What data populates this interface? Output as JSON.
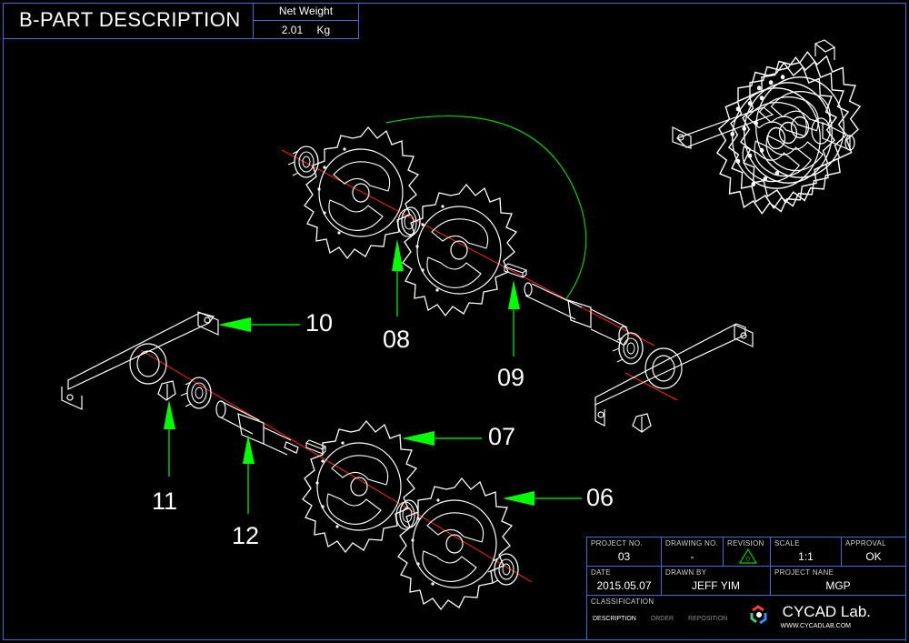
{
  "header": {
    "title": "B-PART DESCRIPTION",
    "weight_label": "Net Weight",
    "weight_value": "2.01",
    "weight_unit": "Kg"
  },
  "callouts": [
    "10",
    "08",
    "09",
    "11",
    "12",
    "07",
    "06"
  ],
  "colors": {
    "frame": "#3b6fd8",
    "leader": "#00ff00",
    "centerline": "#ff2020",
    "line": "#ffffff"
  },
  "title_block": {
    "project_no_label": "PROJECT NO.",
    "project_no": "03",
    "drawing_no_label": "DRAWING NO.",
    "drawing_no": "-",
    "revision_label": "REVISION",
    "revision": "0",
    "scale_label": "SCALE",
    "scale": "1:1",
    "approval_label": "APPROVAL",
    "approval": "OK",
    "date_label": "DATE",
    "date": "2015.05.07",
    "drawn_by_label": "DRAWN BY",
    "drawn_by": "JEFF YIM",
    "project_name_label": "PROJECT NANE",
    "project_name": "MGP",
    "classification_label": "CLASSIFICATION",
    "tabs": [
      "DESCRIPTION",
      "ORDER",
      "REPOSITION"
    ],
    "brand": "CYCAD Lab.",
    "brand_url": "WWW.CYCADLAB.COM"
  }
}
